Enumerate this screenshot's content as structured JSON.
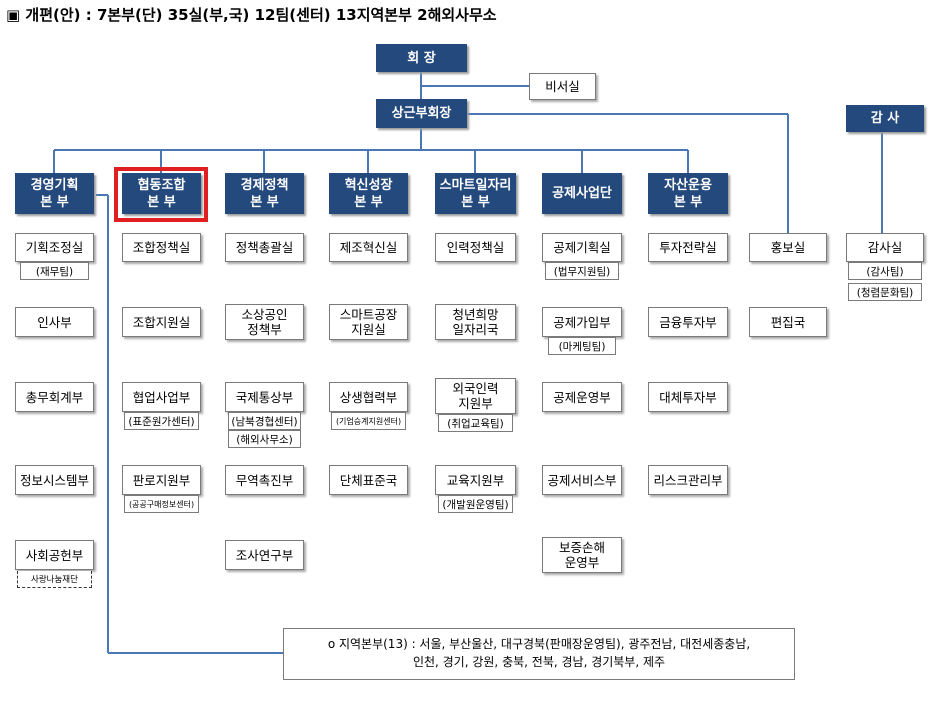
{
  "title": "▣ 개편(안) : 7본부(단) 35실(부,국) 12팀(센터) 13지역본부 2해외사무소",
  "top": {
    "chairman": "회 장",
    "secretary": "비서실",
    "vice_chairman": "상근부회장",
    "auditor": "감 사"
  },
  "hqs": [
    {
      "line1": "경영기획",
      "line2": "본 부"
    },
    {
      "line1": "협동조합",
      "line2": "본 부"
    },
    {
      "line1": "경제정책",
      "line2": "본 부"
    },
    {
      "line1": "혁신성장",
      "line2": "본 부"
    },
    {
      "line1": "스마트일자리",
      "line2": "본 부"
    },
    {
      "line1": "공제사업단",
      "line2": ""
    },
    {
      "line1": "자산운용",
      "line2": "본 부"
    }
  ],
  "col0": {
    "u1": "기획조정실",
    "u1s": "(재무팀)",
    "u2": "인사부",
    "u3": "총무회계부",
    "u4": "정보시스템부",
    "u5": "사회공헌부",
    "u5s": "사랑나눔재단"
  },
  "col1": {
    "u1": "조합정책실",
    "u2": "조합지원실",
    "u3": "협업사업부",
    "u3s": "(표준원가센터)",
    "u4": "판로지원부",
    "u4s": "(공공구매정보센터)"
  },
  "col2": {
    "u1": "정책총괄실",
    "u2a": "소상공인",
    "u2b": "정책부",
    "u3": "국제통상부",
    "u3s1": "(남북경협센터)",
    "u3s2": "(해외사무소)",
    "u4": "무역촉진부",
    "u5": "조사연구부"
  },
  "col3": {
    "u1": "제조혁신실",
    "u2a": "스마트공장",
    "u2b": "지원실",
    "u3": "상생협력부",
    "u3s": "(기업승계지원센터)",
    "u4": "단체표준국"
  },
  "col4": {
    "u1": "인력정책실",
    "u2a": "청년희망",
    "u2b": "일자리국",
    "u3a": "외국인력",
    "u3b": "지원부",
    "u3s": "(취업교육팀)",
    "u4": "교육지원부",
    "u4s": "(개발원운영팀)"
  },
  "col5": {
    "u1": "공제기획실",
    "u1s": "(법무지원팀)",
    "u2": "공제가입부",
    "u2s": "(마케팅팀)",
    "u3": "공제운영부",
    "u4": "공제서비스부",
    "u5a": "보증손해",
    "u5b": "운영부"
  },
  "col6": {
    "u1": "투자전략실",
    "u2": "금융투자부",
    "u3": "대체투자부",
    "u4": "리스크관리부"
  },
  "col7": {
    "u1": "홍보실",
    "u2": "편집국"
  },
  "col8": {
    "u1": "감사실",
    "u1s1": "(감사팀)",
    "u1s2": "(청렴문화팀)"
  },
  "regions": {
    "line1": "o 지역본부(13) : 서울, 부산울산, 대구경북(판매장운영팀), 광주전남, 대전세종충남,",
    "line2": "인천, 경기, 강원, 충북, 전북, 경남, 경기북부, 제주"
  },
  "colors": {
    "hq": "#23497d",
    "highlight": "#e02020",
    "line": "#4a78b5"
  }
}
